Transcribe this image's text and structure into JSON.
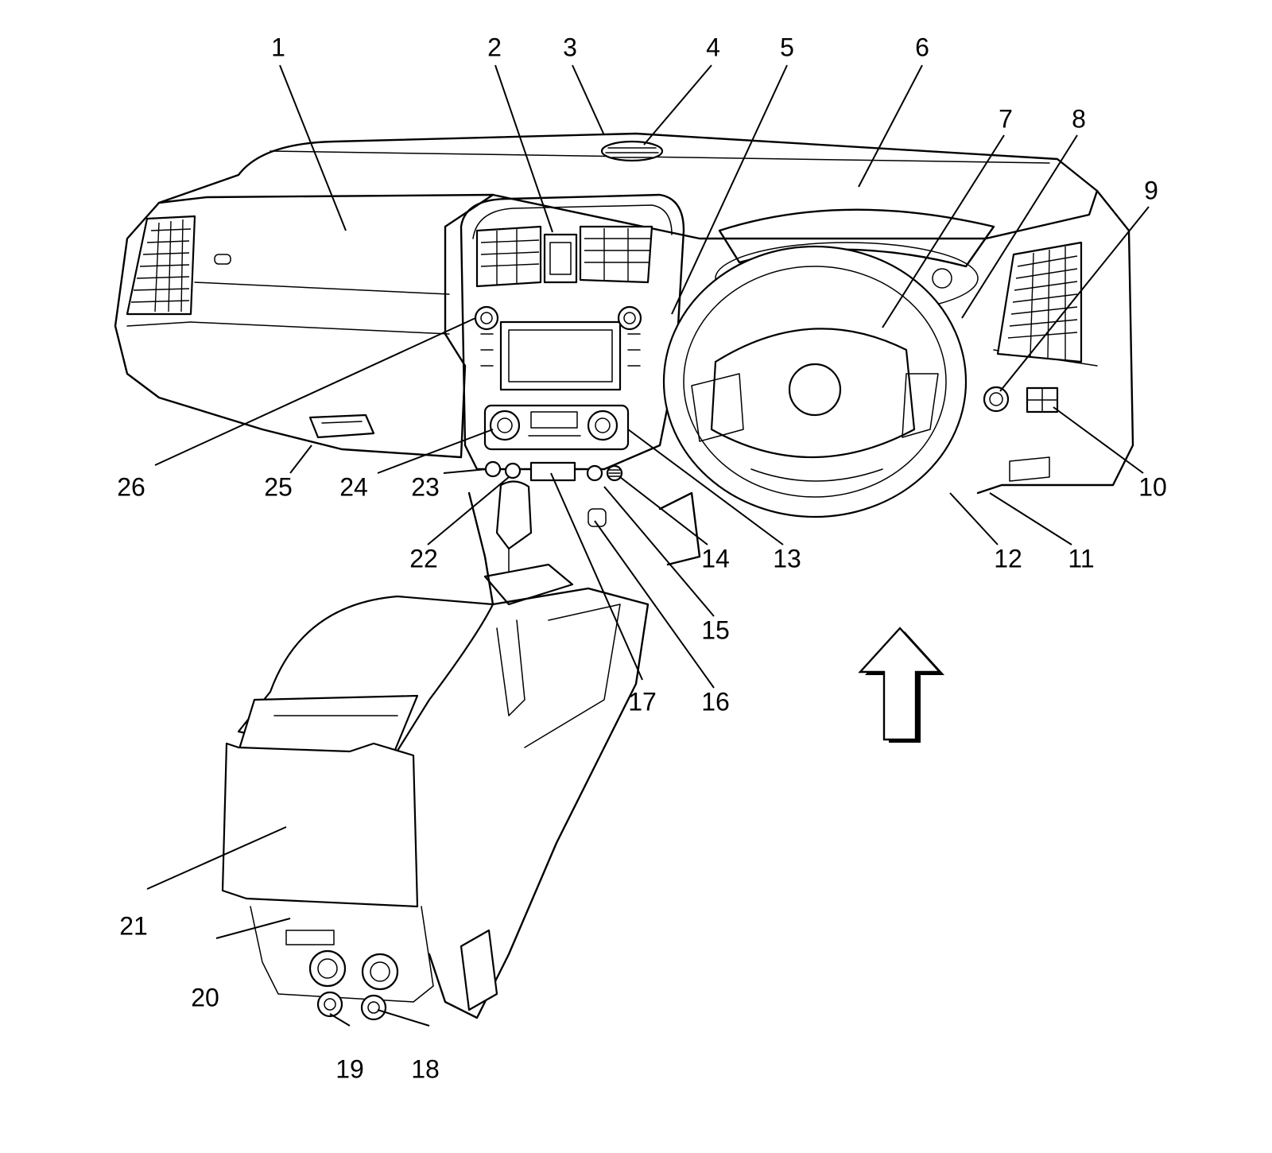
{
  "callouts": [
    {
      "id": "1"
    },
    {
      "id": "2"
    },
    {
      "id": "3"
    },
    {
      "id": "4"
    },
    {
      "id": "5"
    },
    {
      "id": "6"
    },
    {
      "id": "7"
    },
    {
      "id": "8"
    },
    {
      "id": "9"
    },
    {
      "id": "10"
    },
    {
      "id": "11"
    },
    {
      "id": "12"
    },
    {
      "id": "13"
    },
    {
      "id": "14"
    },
    {
      "id": "15"
    },
    {
      "id": "16"
    },
    {
      "id": "17"
    },
    {
      "id": "18"
    },
    {
      "id": "19"
    },
    {
      "id": "20"
    },
    {
      "id": "21"
    },
    {
      "id": "22"
    },
    {
      "id": "23"
    },
    {
      "id": "24"
    },
    {
      "id": "25"
    },
    {
      "id": "26"
    }
  ],
  "icons": {
    "direction_arrow": "up-arrow-icon"
  }
}
